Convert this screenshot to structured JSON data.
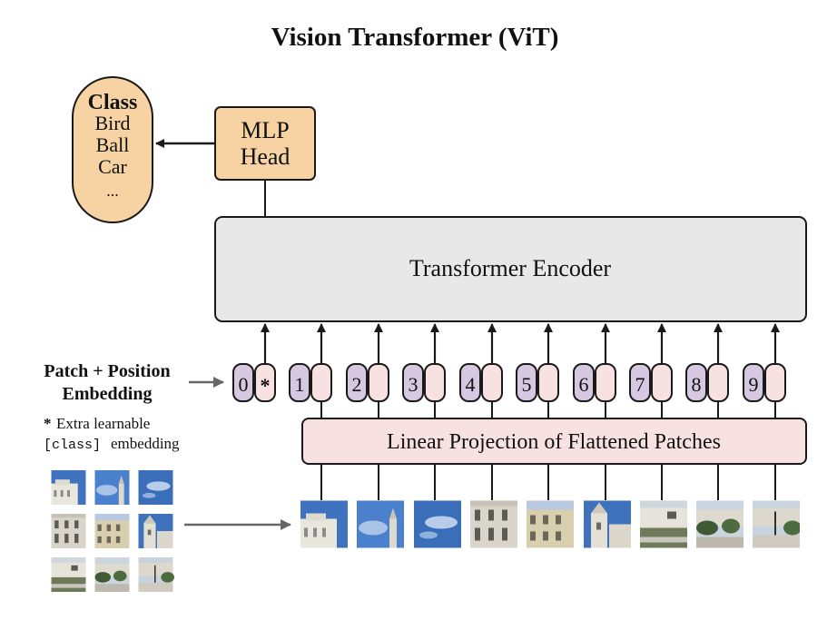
{
  "title": "Vision Transformer (ViT)",
  "class_box": {
    "heading": "Class",
    "items": [
      "Bird",
      "Ball",
      "Car",
      "..."
    ]
  },
  "mlp_head": {
    "line1": "MLP",
    "line2": "Head"
  },
  "transformer_encoder": "Transformer Encoder",
  "patch_embedding_label": {
    "line1": "Patch + Position",
    "line2": "Embedding"
  },
  "footnote": {
    "star": "*",
    "line1": "Extra learnable",
    "line2_mono": "[class]",
    "line2_rest": "embedding"
  },
  "tokens": [
    {
      "position": "0",
      "marker": "*"
    },
    {
      "position": "1"
    },
    {
      "position": "2"
    },
    {
      "position": "3"
    },
    {
      "position": "4"
    },
    {
      "position": "5"
    },
    {
      "position": "6"
    },
    {
      "position": "7"
    },
    {
      "position": "8"
    },
    {
      "position": "9"
    }
  ],
  "linear_projection": "Linear Projection of Flattened Patches",
  "colors": {
    "class_fill": "#f7d3a3",
    "mlp_fill": "#f7d3a3",
    "encoder_fill": "#e8e8e8",
    "projection_fill": "#f8e1e1",
    "position_fill": "#d6c8e0",
    "patch_fill": "#f8e1e1",
    "stroke": "#1a1a1a",
    "gray_arrow": "#666666",
    "sky": "#3f73c0",
    "stone": "#e6e3da"
  },
  "icons": {
    "patches": "image-patch-icon",
    "arrow": "arrow-icon"
  }
}
